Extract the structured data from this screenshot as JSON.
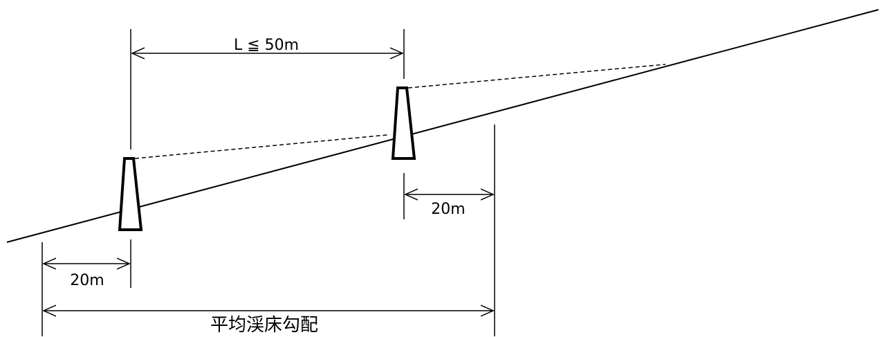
{
  "labels": {
    "spacing": "L ≦ 50m",
    "distance_right": "20m",
    "distance_left": "20m",
    "section": "平均渓床勾配"
  },
  "colors": {
    "stroke": "#000000",
    "background": "#ffffff"
  }
}
